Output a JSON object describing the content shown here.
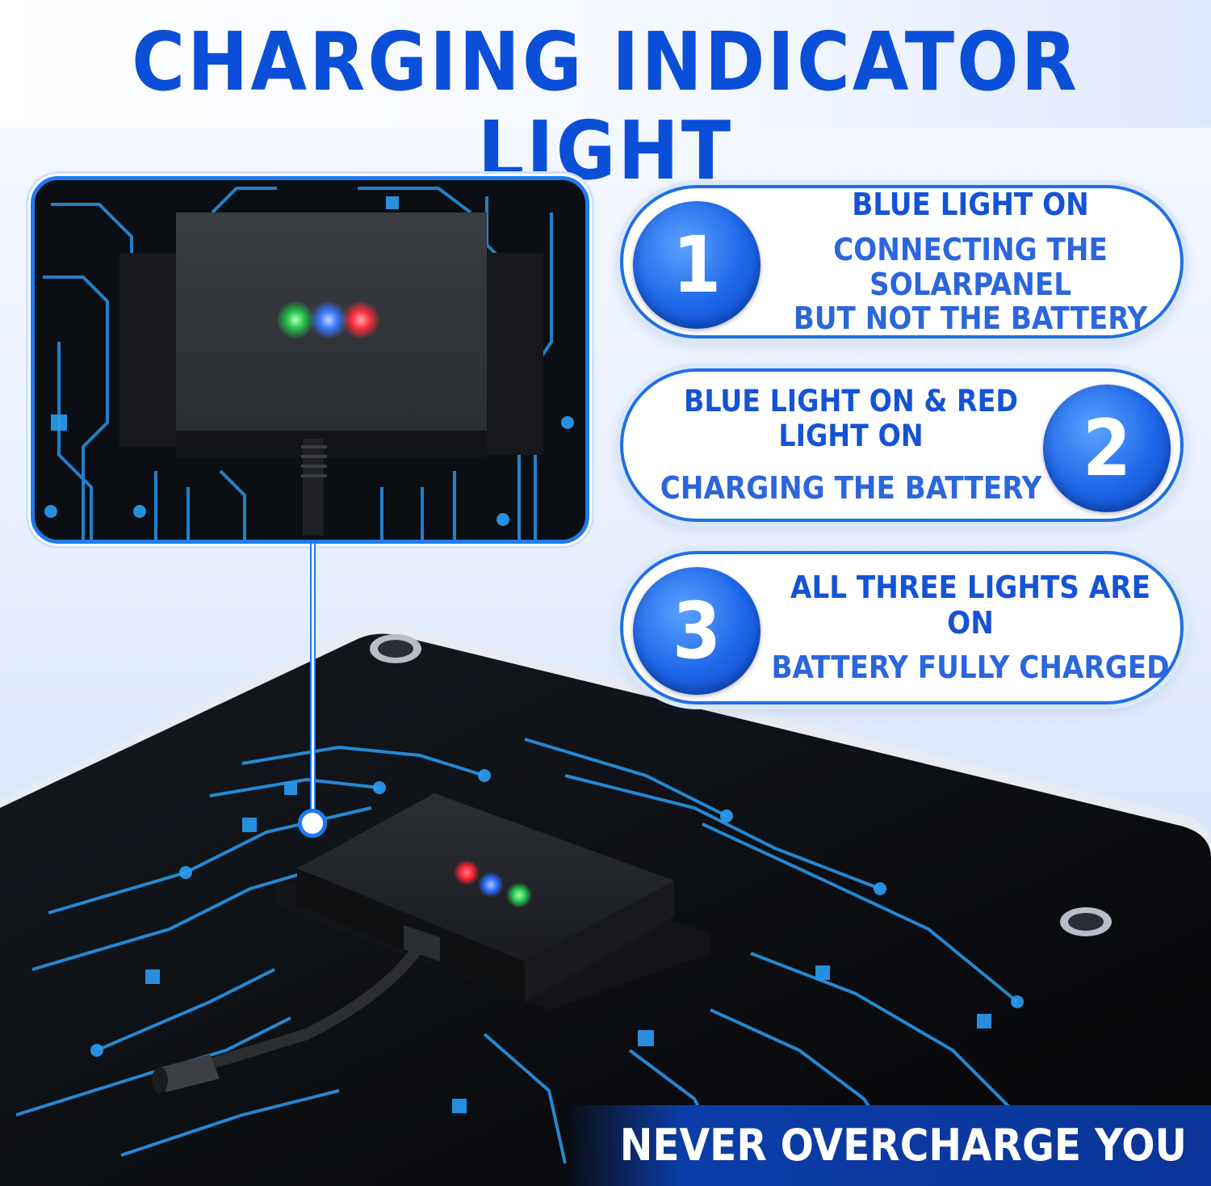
{
  "header": {
    "title": "CHARGING INDICATOR LIGHT"
  },
  "steps": [
    {
      "number": "1",
      "heading": "BLUE LIGHT ON",
      "description_line1": "CONNECTING THE SOLARPANEL",
      "description_line2": "BUT NOT THE BATTERY"
    },
    {
      "number": "2",
      "heading": "BLUE LIGHT ON & RED LIGHT ON",
      "description_line1": "CHARGING THE BATTERY"
    },
    {
      "number": "3",
      "heading": "ALL THREE LIGHTS ARE ON",
      "description_line1": "BATTERY FULLY CHARGED"
    }
  ],
  "footer": {
    "banner_text": "NEVER OVERCHARGE YOU BATTERY"
  },
  "colors": {
    "brand_blue": "#0b4fd8",
    "led_green": "#31d157",
    "led_blue": "#3b7dff",
    "led_red": "#ff3340",
    "circuit_blue": "#2a9df4",
    "panel_black": "#0b0f14"
  },
  "icons": {
    "led_indicators": [
      "green-led-icon",
      "blue-led-icon",
      "red-led-icon"
    ],
    "grommet": "grommet-icon"
  }
}
